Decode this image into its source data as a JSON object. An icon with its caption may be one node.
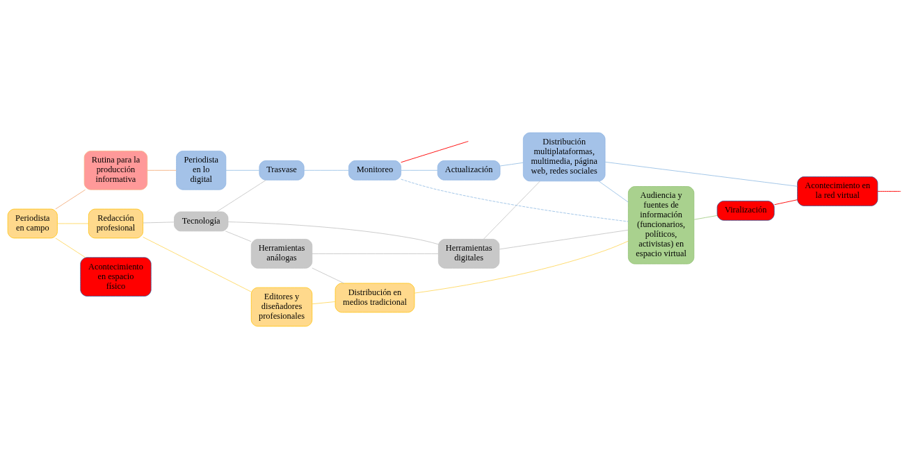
{
  "diagram": {
    "nodes": [
      {
        "text": [
          "Periodista en campo"
        ]
      },
      {
        "text": [
          "Redacción profesional"
        ]
      },
      {
        "text": [
          "Editores y diseñadores profesionales"
        ]
      },
      {
        "text": [
          "Distribución en medios tradicional"
        ]
      },
      {
        "text": [
          "Audiencia y fuentes de información (funcionarios, políticos, activistas) en espacio virtual"
        ]
      },
      {
        "text": [
          "Acontecimiento en espacio físico"
        ]
      },
      {
        "text": [
          "Rutina para la producción informativa"
        ]
      },
      {
        "text": [
          "Tecnología"
        ]
      },
      {
        "text": [
          "Herramientas análogas"
        ]
      },
      {
        "text": [
          "Herramientas digitales"
        ]
      },
      {
        "text": [
          "Viralización"
        ]
      },
      {
        "text": [
          "Trasvase"
        ]
      },
      {
        "text": [
          "Periodista en lo digital"
        ]
      },
      {
        "text": [
          "Monitoreo"
        ]
      },
      {
        "text": [
          "Actualización"
        ]
      },
      {
        "text": [
          "Distribución multiplataformas, multimedia, página web, redes sociales"
        ]
      },
      {
        "text": [
          "Acontecimiento en la red virtual"
        ]
      }
    ],
    "edges": [
      {
        "from": 0,
        "to": 1,
        "arrow": "none",
        "color": "#ffd966"
      },
      {
        "from": 1,
        "to": 2,
        "arrow": "none",
        "color": "#ffd966"
      },
      {
        "from": 2,
        "to": 3,
        "arrow": "none",
        "color": "#ffd966"
      },
      {
        "from": 3,
        "to": 4,
        "arrow": "none",
        "color": "#ffd966"
      },
      {
        "from": 0,
        "to": 5,
        "arrow": "none",
        "color": "#ffd966"
      },
      {
        "from": 0,
        "to": 6,
        "arrow": "none",
        "color": "#f4b183"
      },
      {
        "from": 6,
        "to": 12,
        "arrow": "none",
        "color": "#f4b183"
      },
      {
        "from": 1,
        "to": 7,
        "arrow": "none"
      },
      {
        "from": 7,
        "to": 8,
        "arrow": "none"
      },
      {
        "from": 7,
        "to": 9,
        "arrow": "none"
      },
      {
        "from": 8,
        "to": 3,
        "arrow": "none"
      },
      {
        "from": 8,
        "to": 9,
        "arrow": "none"
      },
      {
        "from": 9,
        "to": 4,
        "arrow": "none"
      },
      {
        "from": 9,
        "to": 15,
        "arrow": "none"
      },
      {
        "from": 7,
        "to": 11,
        "arrow": "none"
      },
      {
        "from": 12,
        "to": 11,
        "arrow": "none",
        "color": "#9dc3e6"
      },
      {
        "from": 11,
        "to": 13,
        "arrow": "none",
        "color": "#9dc3e6"
      },
      {
        "from": 13,
        "to": 14,
        "arrow": "none",
        "color": "#9dc3e6"
      },
      {
        "from": 14,
        "to": 15,
        "arrow": "none",
        "color": "#9dc3e6"
      },
      {
        "from": 15,
        "to": 4,
        "arrow": "none",
        "color": "#9dc3e6"
      },
      {
        "from": 15,
        "to": 16,
        "arrow": "none",
        "color": "#9dc3e6"
      },
      {
        "from": 13,
        "to": 4,
        "arrow": "none",
        "style": "dashed",
        "color": "#9dc3e6"
      },
      {
        "from": 4,
        "to": 10,
        "arrow": "none",
        "color": "#a9d18e"
      },
      {
        "from": 10,
        "to": 16,
        "arrow": "none",
        "color": "#ff0000"
      },
      {
        "from": 13,
        "to": null,
        "arrow": "none",
        "color": "#ff0000"
      },
      {
        "from": 16,
        "to": null,
        "arrow": "none",
        "color": "#ff0000"
      }
    ]
  }
}
